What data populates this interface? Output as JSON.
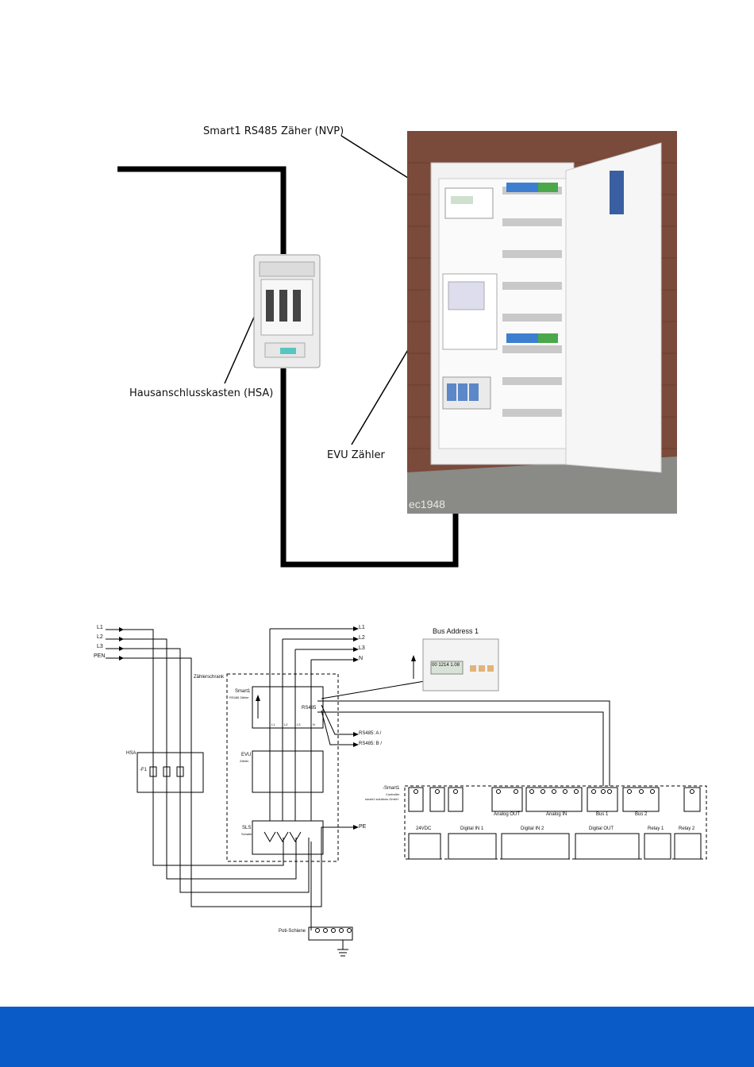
{
  "top": {
    "label_smart1": "Smart1 RS485 Zäher (NVP)",
    "label_hsa": "Hausanschlusskasten (HSA)",
    "label_evu": "EVU Zähler",
    "photo_watermark": "ec1948"
  },
  "schematic": {
    "inputs": [
      "L1",
      "L2",
      "L3",
      "PEN"
    ],
    "outputs": [
      "L1",
      "L2",
      "L3",
      "N"
    ],
    "bus_address": "Bus Address 1",
    "meter_display": "00 1214 1.08",
    "zaehlerschrank": "Zählerschrank",
    "smart1_title": "Smart1",
    "smart1_sub": "RS485 Zähler",
    "rs485": "RS485",
    "rs485_a": "RS485: A /",
    "rs485_b": "RS485: B /",
    "evu_title": "EVU",
    "evu_sub": "Zähler",
    "hsa": "HSA",
    "f1": "-F1",
    "sls_title": "SLS",
    "sls_sub": "Schalter",
    "pe": "PE",
    "poti": "Poti-Schiene",
    "terminals_top": [
      "L1",
      "L2",
      "L3",
      "N"
    ],
    "controller_title": "-Smart1",
    "controller_sub1": "Controller",
    "controller_sub2": "smart1 solutions GmbH",
    "groups_top": [
      "Analog OUT",
      "Analog IN",
      "Bus 1",
      "Bus 2"
    ],
    "groups_bottom": [
      "24VDC",
      "Digital IN 1",
      "Digital IN 2",
      "Digital OUT",
      "Relay 1",
      "Relay 2"
    ]
  },
  "colors": {
    "footer": "#0a5bc8",
    "line": "#000000"
  }
}
